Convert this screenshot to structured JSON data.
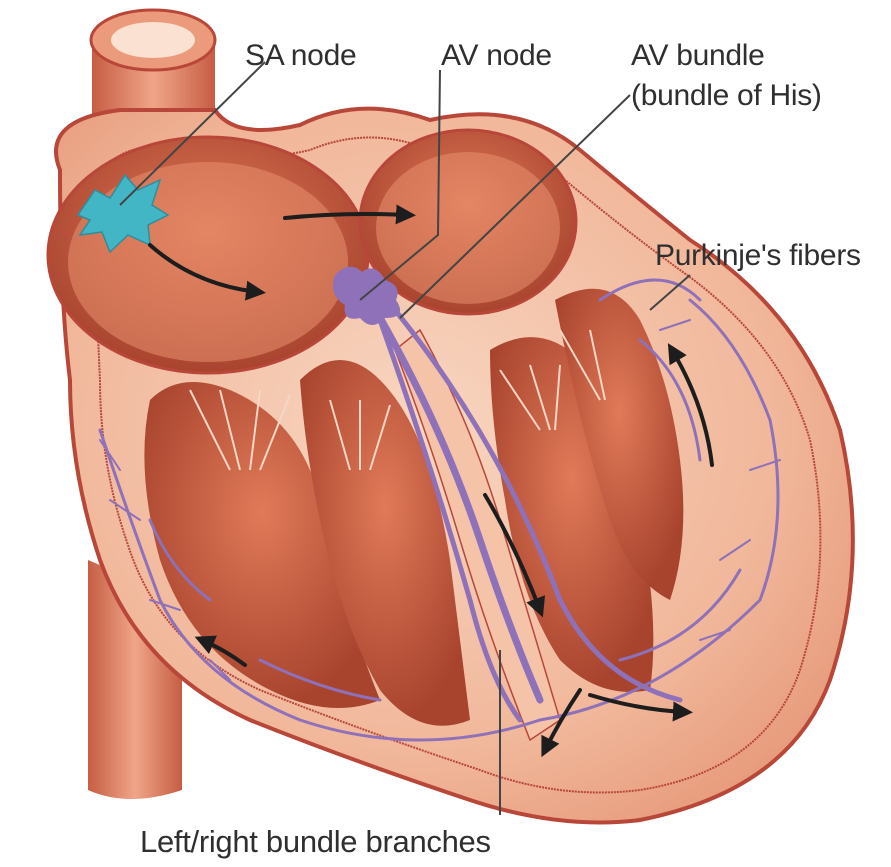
{
  "labels": {
    "sa_node": "SA node",
    "av_node": "AV node",
    "av_bundle": "AV bundle",
    "av_bundle_sub": "(bundle of His)",
    "purkinje": "Purkinje's fibers",
    "bundle_branches": "Left/right bundle branches"
  },
  "colors": {
    "muscle_light": "#f6c8ae",
    "muscle_mid": "#e99c7d",
    "chamber_dark": "#b9533a",
    "outline": "#b8473a",
    "conduction": "#8e71b8",
    "sa_node": "#43b6c6",
    "arrow": "#1d1d1d",
    "leader": "#444444"
  }
}
